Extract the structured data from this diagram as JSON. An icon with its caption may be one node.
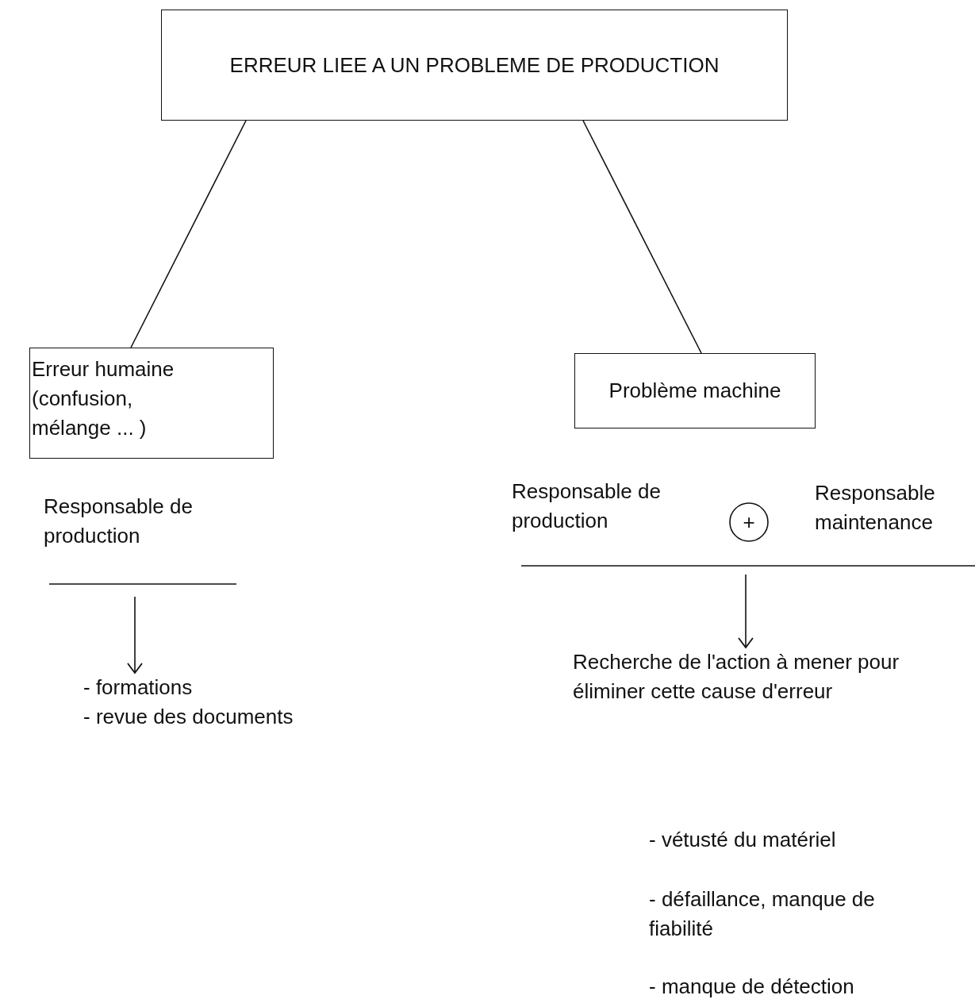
{
  "diagram": {
    "nodes": [
      {
        "text": [
          "ERREUR LIEE A UN PROBLEME DE PRODUCTION"
        ]
      },
      {
        "text": [
          "Erreur humaine (confusion, mélange ... )"
        ]
      },
      {
        "text": [
          "Problème machine"
        ]
      },
      {
        "text": [
          "Responsable de production"
        ]
      },
      {
        "text": [
          "- formations",
          "- revue des documents"
        ]
      },
      {
        "text": [
          "Responsable de production"
        ]
      },
      {
        "text": [
          "+"
        ]
      },
      {
        "text": [
          "Responsable maintenance"
        ]
      },
      {
        "text": [
          "Recherche de l'action à mener pour éliminer cette cause d'erreur"
        ]
      }
    ],
    "edges": [
      {
        "from": 0,
        "to": 1,
        "arrow": "none"
      },
      {
        "from": 0,
        "to": 2,
        "arrow": "none"
      },
      {
        "from": null,
        "to": 4,
        "arrow": "to"
      },
      {
        "from": null,
        "to": 8,
        "arrow": "to"
      }
    ],
    "labels": [
      "- vétusté du matériel",
      "- défaillance, manque de fiabilité",
      "- manque de détection"
    ]
  }
}
